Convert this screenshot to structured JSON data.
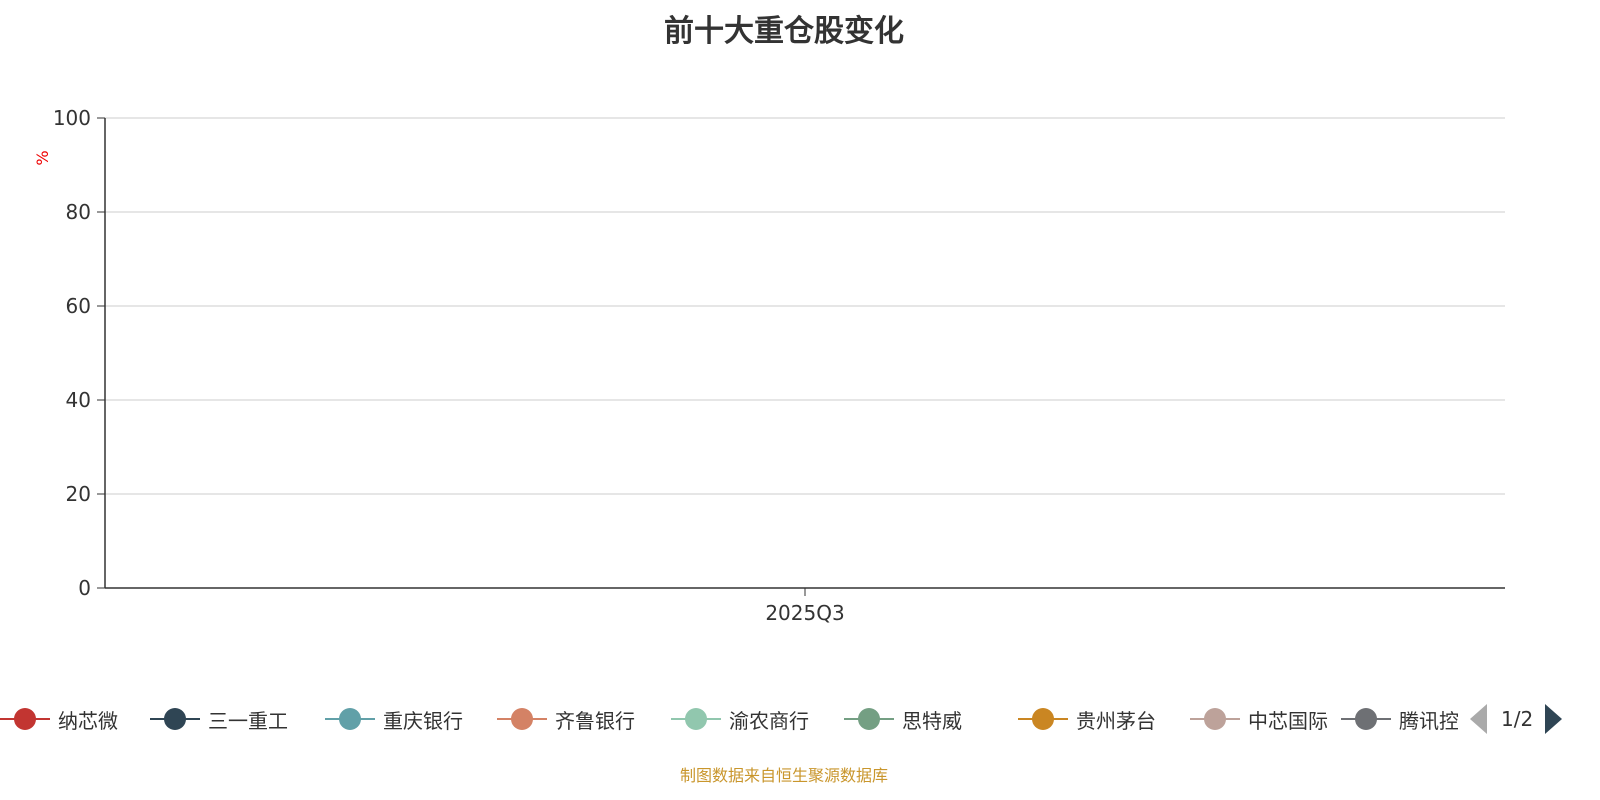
{
  "chart_data": {
    "type": "line",
    "title": "前十大重仓股变化",
    "ylabel": "%",
    "xlabel": "",
    "categories": [
      "2025Q3"
    ],
    "ylim": [
      0,
      100
    ],
    "yticks": [
      0,
      20,
      40,
      60,
      80,
      100
    ],
    "grid": true,
    "legend_placement": "bottom",
    "series": [
      {
        "name": "纳芯微",
        "color": "#c23531",
        "values": []
      },
      {
        "name": "三一重工",
        "color": "#2f4554",
        "values": []
      },
      {
        "name": "重庆银行",
        "color": "#61a0a8",
        "values": []
      },
      {
        "name": "齐鲁银行",
        "color": "#d48265",
        "values": []
      },
      {
        "name": "渝农商行",
        "color": "#91c7ae",
        "values": []
      },
      {
        "name": "思特威",
        "color": "#749f83",
        "values": []
      },
      {
        "name": "贵州茅台",
        "color": "#ca8622",
        "values": []
      },
      {
        "name": "中芯国际",
        "color": "#bda29a",
        "values": []
      },
      {
        "name": "腾讯控股",
        "color": "#6e7074",
        "values": []
      }
    ]
  },
  "legend": {
    "page": "1/2"
  },
  "footer": "制图数据来自恒生聚源数据库"
}
